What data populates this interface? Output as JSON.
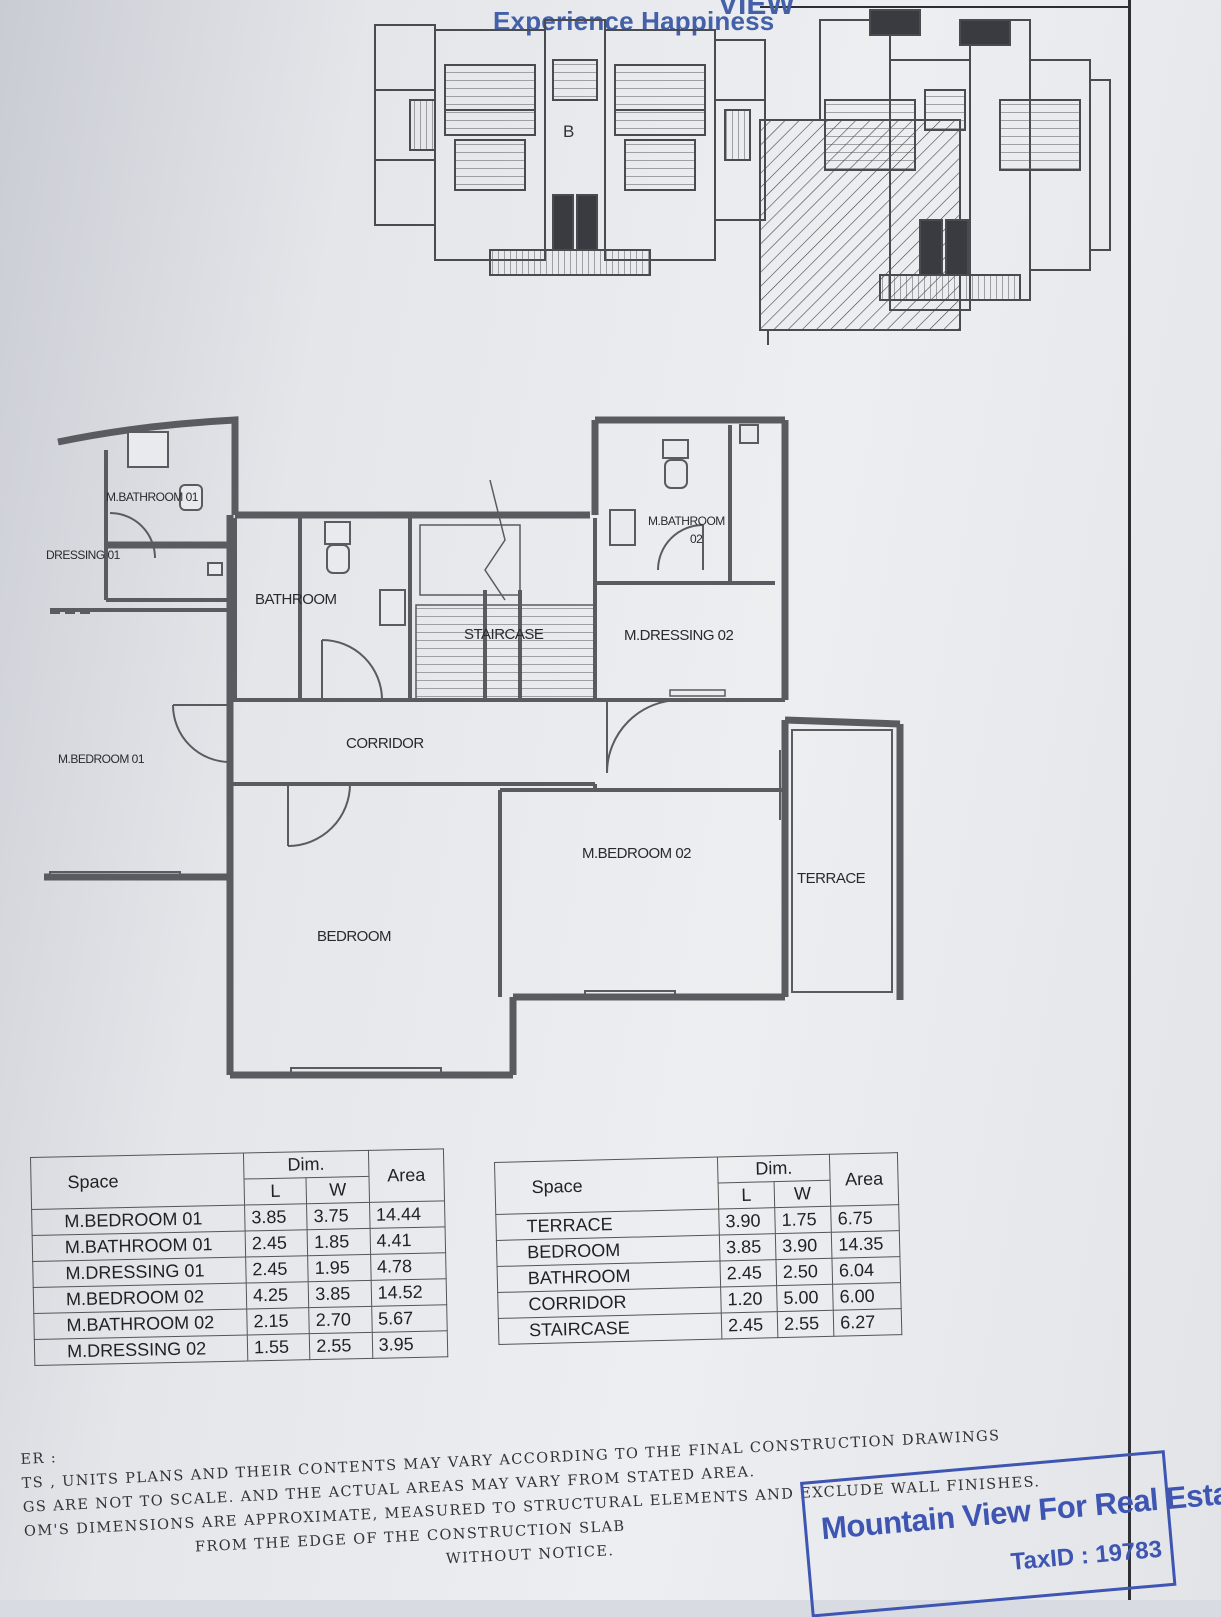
{
  "header": {
    "brand_fragment": "VIEW",
    "tagline": "Experience Happiness",
    "block_letter": "B"
  },
  "plan": {
    "rooms": {
      "m_bathroom_01": "M.BATHROOM 01",
      "m_dressing_01": "DRESSING 01",
      "m_bedroom_01": "M.BEDROOM 01",
      "bathroom": "BATHROOM",
      "staircase": "STAIRCASE",
      "m_bathroom_02": "M.BATHROOM",
      "m_bathroom_02_num": "02",
      "m_dressing_02": "M.DRESSING 02",
      "corridor": "CORRIDOR",
      "m_bedroom_02": "M.BEDROOM 02",
      "terrace": "TERRACE",
      "bedroom": "BEDROOM"
    }
  },
  "table_left": {
    "headers": {
      "space": "Space",
      "dim": "Dim.",
      "area": "Area",
      "l": "L",
      "w": "W"
    },
    "rows": [
      {
        "space": "M.BEDROOM 01",
        "l": "3.85",
        "w": "3.75",
        "area": "14.44"
      },
      {
        "space": "M.BATHROOM 01",
        "l": "2.45",
        "w": "1.85",
        "area": "4.41"
      },
      {
        "space": "M.DRESSING 01",
        "l": "2.45",
        "w": "1.95",
        "area": "4.78"
      },
      {
        "space": "M.BEDROOM 02",
        "l": "4.25",
        "w": "3.85",
        "area": "14.52"
      },
      {
        "space": "M.BATHROOM 02",
        "l": "2.15",
        "w": "2.70",
        "area": "5.67"
      },
      {
        "space": "M.DRESSING 02",
        "l": "1.55",
        "w": "2.55",
        "area": "3.95"
      }
    ]
  },
  "table_right": {
    "headers": {
      "space": "Space",
      "dim": "Dim.",
      "area": "Area",
      "l": "L",
      "w": "W"
    },
    "rows": [
      {
        "space": "TERRACE",
        "l": "3.90",
        "w": "1.75",
        "area": "6.75"
      },
      {
        "space": "BEDROOM",
        "l": "3.85",
        "w": "3.90",
        "area": "14.35"
      },
      {
        "space": "BATHROOM",
        "l": "2.45",
        "w": "2.50",
        "area": "6.04"
      },
      {
        "space": "CORRIDOR",
        "l": "1.20",
        "w": "5.00",
        "area": "6.00"
      },
      {
        "space": "STAIRCASE",
        "l": "2.45",
        "w": "2.55",
        "area": "6.27"
      }
    ]
  },
  "notes": {
    "heading": "ER :",
    "line1": "TS , UNITS PLANS AND THEIR CONTENTS MAY VARY ACCORDING TO THE FINAL CONSTRUCTION DRAWINGS",
    "line2": "GS ARE NOT TO SCALE. AND THE ACTUAL AREAS MAY VARY FROM STATED AREA.",
    "line3": "OM'S DIMENSIONS ARE APPROXIMATE, MEASURED TO STRUCTURAL ELEMENTS AND EXCLUDE WALL FINISHES.",
    "line4": "FROM THE EDGE OF THE CONSTRUCTION SLAB",
    "line5": "WITHOUT NOTICE."
  },
  "stamp": {
    "company": "Mountain View For Real Estate",
    "tax_id": "TaxID : 19783"
  },
  "colors": {
    "stamp_blue": "#3e55b2",
    "tagline_blue": "#4360a8",
    "wall_gray": "#5a5b60"
  }
}
